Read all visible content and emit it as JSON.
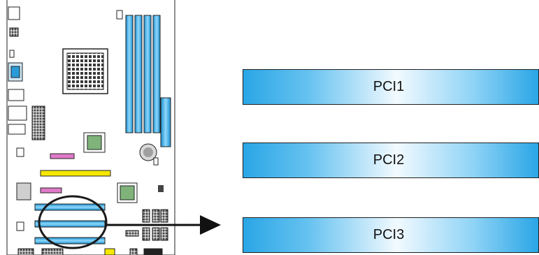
{
  "slots": [
    {
      "label": "PCI1"
    },
    {
      "label": "PCI2"
    },
    {
      "label": "PCI3"
    }
  ],
  "colors": {
    "slot_blue": "#2aa6e6",
    "slot_highlight": "#f2faff",
    "board_outline": "#1f1f1f",
    "pcie_slot": "#1a9ad6",
    "yellow_slot": "#f5e800",
    "pink_slot": "#e07ac8",
    "green_chip": "#7fb37a"
  },
  "icons": {
    "callout_arrow": "arrow-right-icon",
    "highlight_ring": "ellipse-highlight-icon"
  }
}
